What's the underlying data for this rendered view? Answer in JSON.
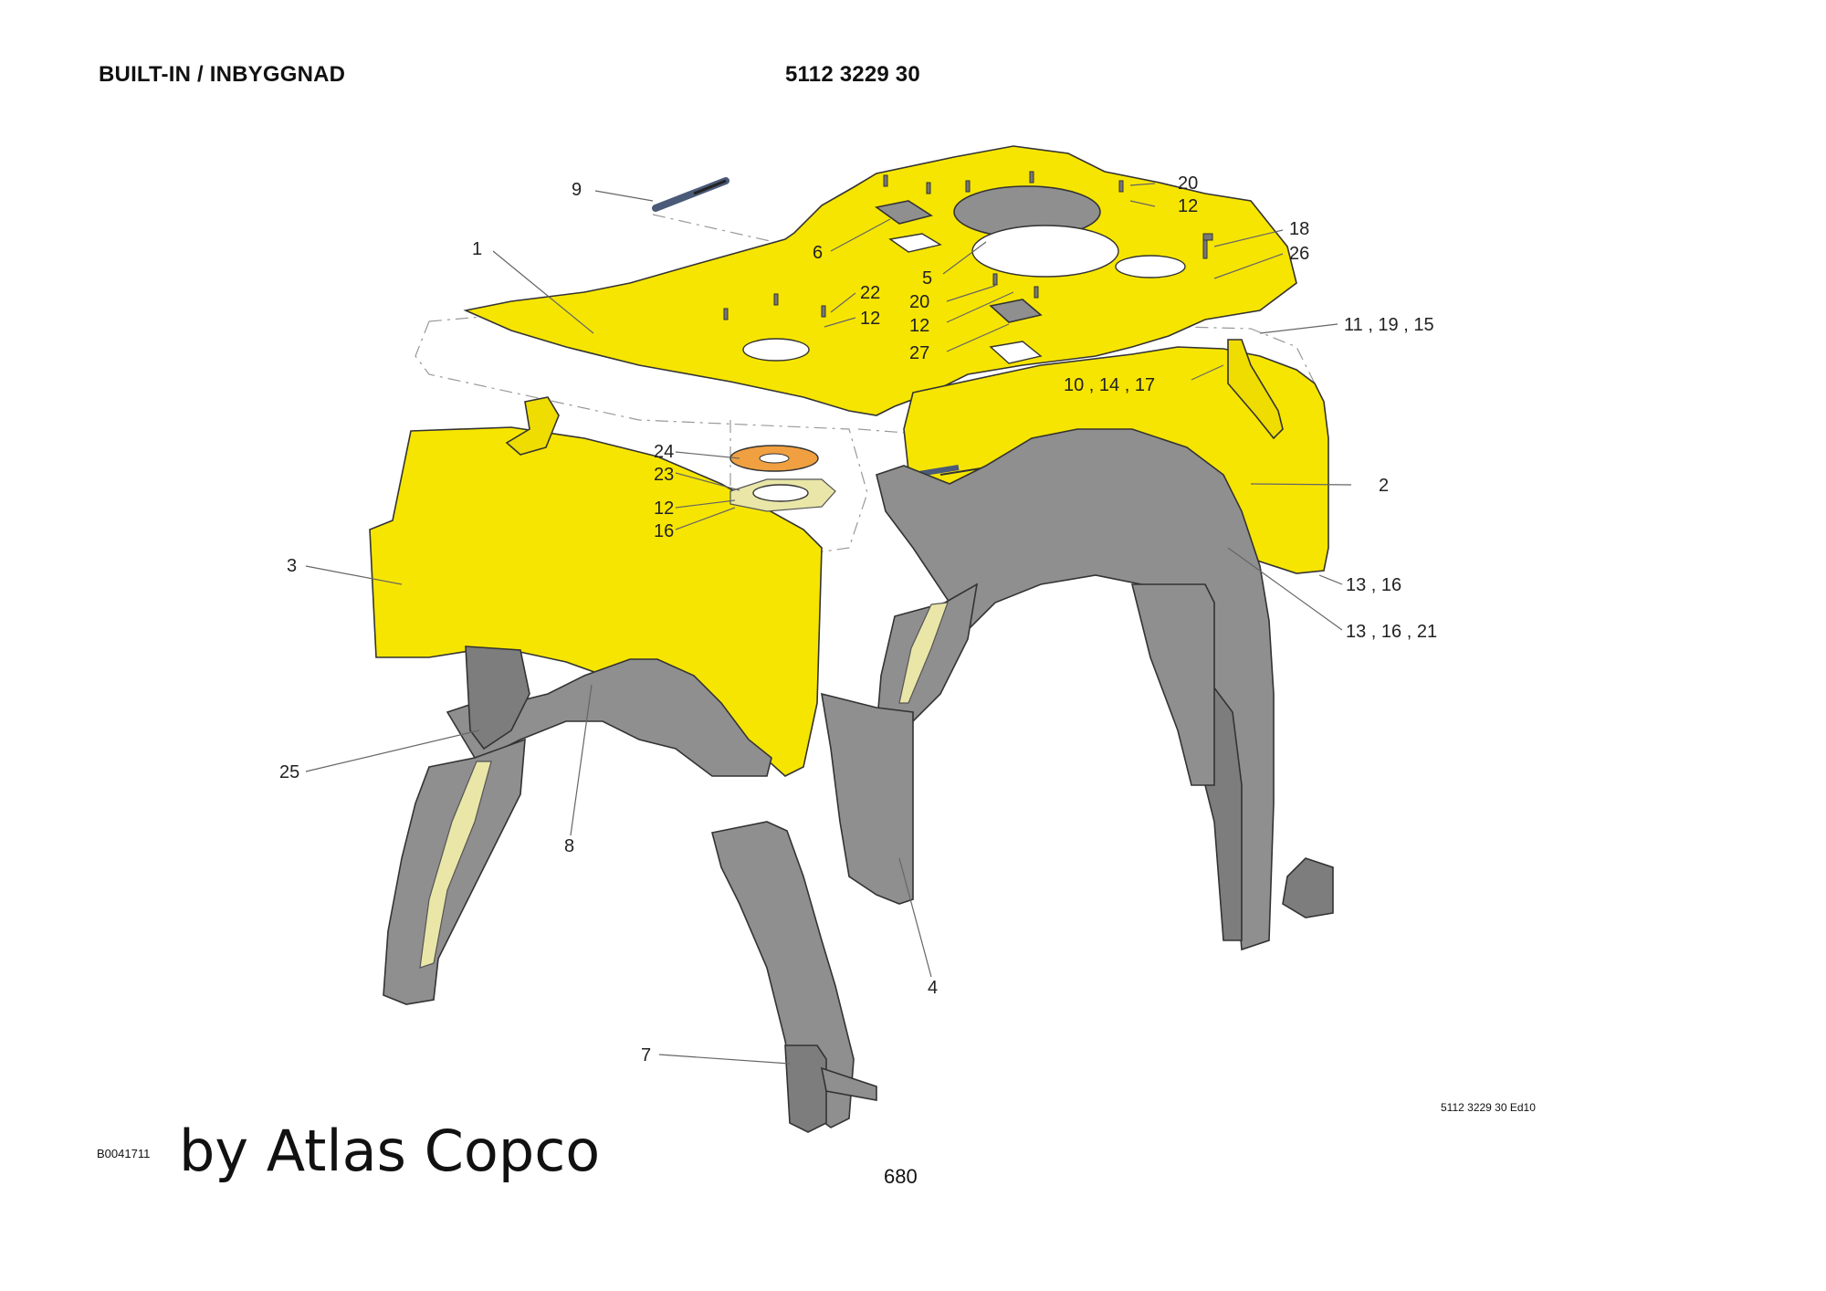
{
  "header": {
    "title": "BUILT-IN / INBYGGNAD",
    "part_number": "5112 3229 30"
  },
  "callouts": [
    "9",
    "1",
    "6",
    "20",
    "12",
    "18",
    "26",
    "5",
    "22",
    "12",
    "20",
    "12",
    "27",
    "11 , 19 , 15",
    "10 , 14 , 17",
    "24",
    "23",
    "12",
    "16",
    "2",
    "3",
    "13 , 16",
    "13 , 16 , 21",
    "25",
    "8",
    "4",
    "7"
  ],
  "footer": {
    "edition": "5112 3229 30 Ed10",
    "image_ref": "B0041711",
    "watermark": "by Atlas Copco",
    "page_number": "680"
  },
  "colors": {
    "panel_yellow": "#f6e500",
    "mudflap_grey": "#8f8f8f",
    "gasket_orange": "#f0a040",
    "gasket_plate": "#e9e6a8"
  }
}
